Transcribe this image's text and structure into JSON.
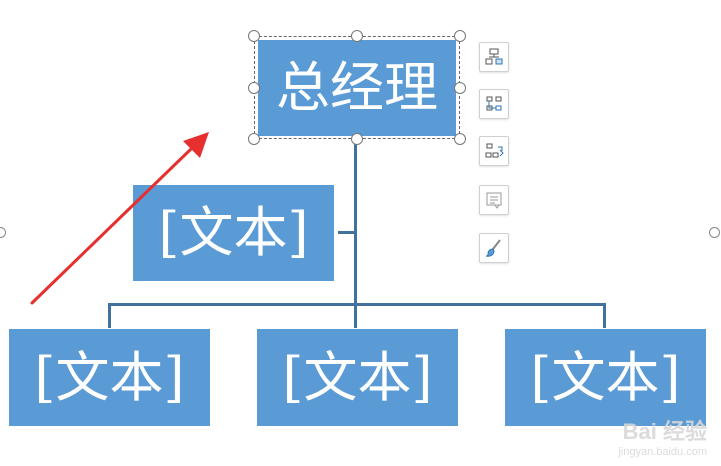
{
  "chart": {
    "top": {
      "label": "总经理"
    },
    "assistant": {
      "label": "[文本]"
    },
    "children": [
      {
        "label": "[文本]"
      },
      {
        "label": "[文本]"
      },
      {
        "label": "[文本]"
      }
    ]
  },
  "toolbar": {
    "items": [
      {
        "icon": "layout-options-icon"
      },
      {
        "icon": "add-shape-icon"
      },
      {
        "icon": "layout-icon"
      },
      {
        "icon": "text-pane-icon"
      },
      {
        "icon": "style-brush-icon"
      }
    ]
  },
  "colors": {
    "node_fill": "#5b9bd5",
    "connector": "#41719c",
    "arrow": "#e63030"
  },
  "watermark": {
    "brand": "Bai 经验",
    "url": "jingyan.baidu.com"
  }
}
